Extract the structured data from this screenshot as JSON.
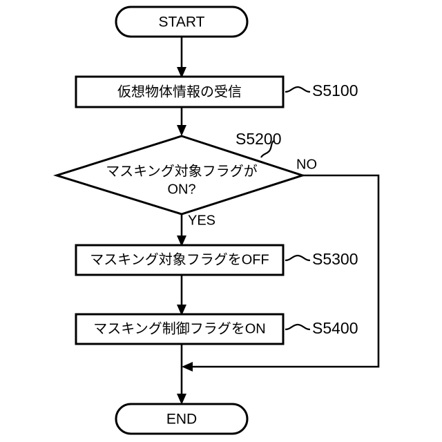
{
  "diagram": {
    "kind": "flowchart",
    "orientation": "top-to-bottom",
    "background_color": "#ffffff",
    "line_color": "#000000",
    "nodes": {
      "start": {
        "type": "terminator",
        "label": "START"
      },
      "s5100": {
        "type": "process",
        "label": "仮想物体情報の受信",
        "ref": "S5100"
      },
      "s5200": {
        "type": "decision",
        "label_line1": "マスキング対象フラグが",
        "label_line2": "ON?",
        "ref": "S5200"
      },
      "s5300": {
        "type": "process",
        "label": "マスキング対象フラグをOFF",
        "ref": "S5300"
      },
      "s5400": {
        "type": "process",
        "label": "マスキング制御フラグをON",
        "ref": "S5400"
      },
      "end": {
        "type": "terminator",
        "label": "END"
      }
    },
    "branches": {
      "yes": "YES",
      "no": "NO"
    }
  }
}
